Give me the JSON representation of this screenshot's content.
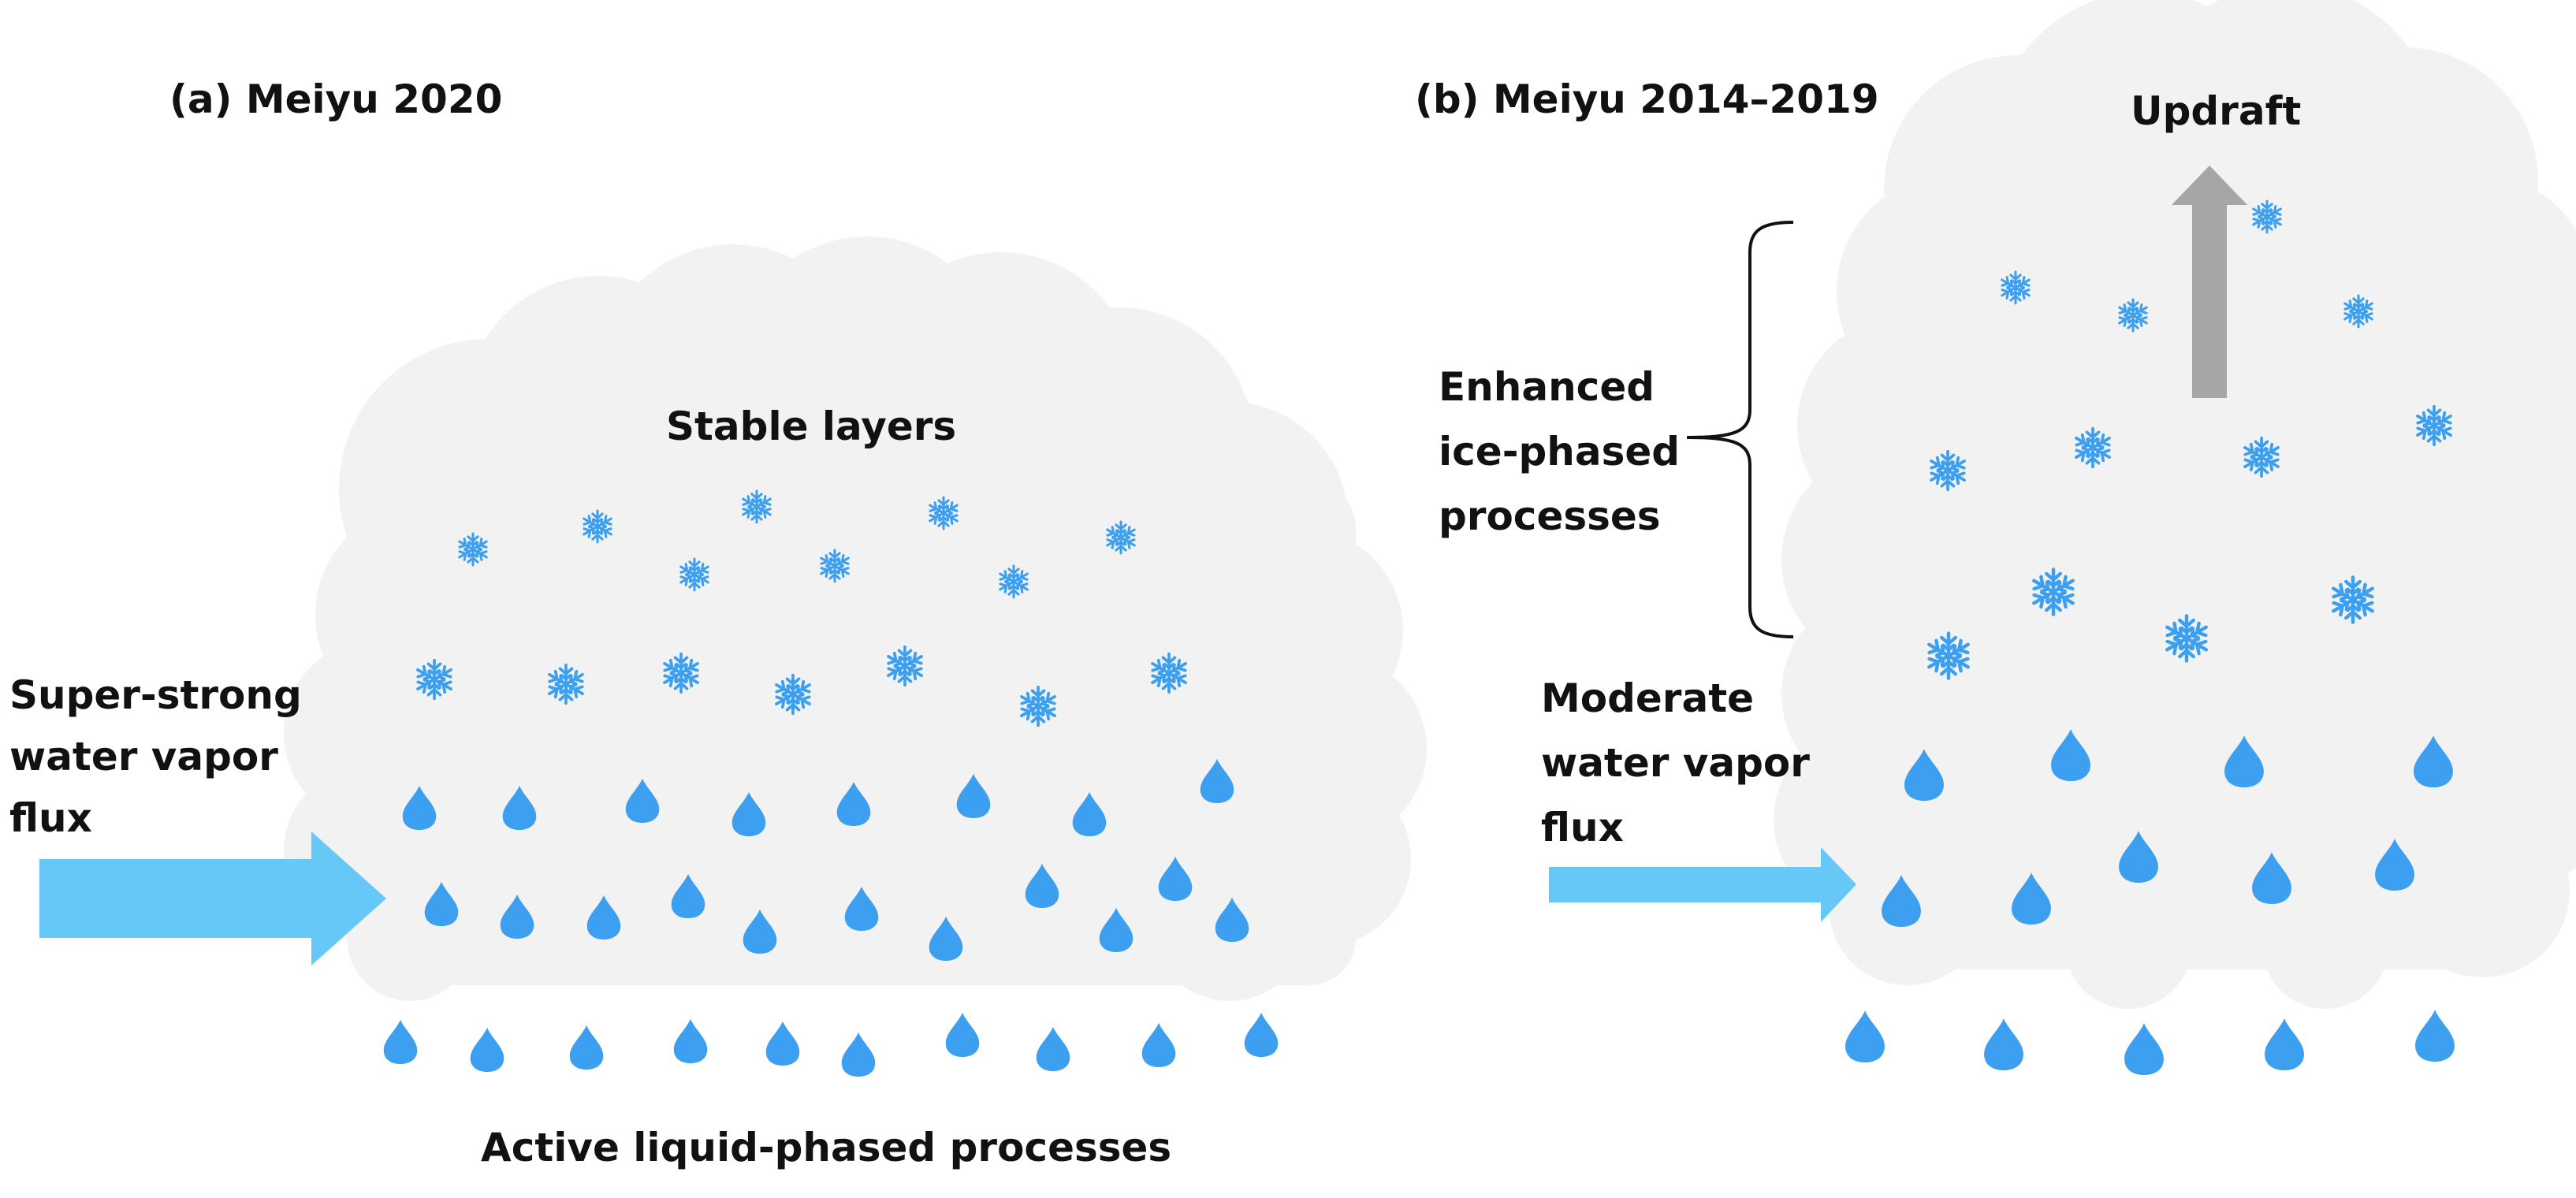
{
  "panel_a": {
    "title": "(a) Meiyu 2020",
    "top_label": "Stable layers",
    "left_label_lines": [
      "Super-strong",
      "water vapor",
      "flux"
    ],
    "bottom_label": "Active liquid-phased processes"
  },
  "panel_b": {
    "title": "(b) Meiyu 2014–2019",
    "updraft_label": "Updraft",
    "brace_label_lines": [
      "Enhanced",
      "ice-phased",
      "processes"
    ],
    "left_label_lines": [
      "Moderate",
      "water vapor",
      "flux"
    ]
  },
  "colors": {
    "cloud": "#f2f2f2",
    "drop": "#3d9ff0",
    "snowflake": "#3d9ff0",
    "vapor_arrow": "#66c8f7",
    "updraft_arrow": "#a6a6a6",
    "text": "#111111"
  },
  "icons": {
    "drop": "raindrop-icon",
    "flake": "snowflake-icon",
    "arrow": "arrow-right-icon",
    "updraft": "arrow-up-icon"
  }
}
